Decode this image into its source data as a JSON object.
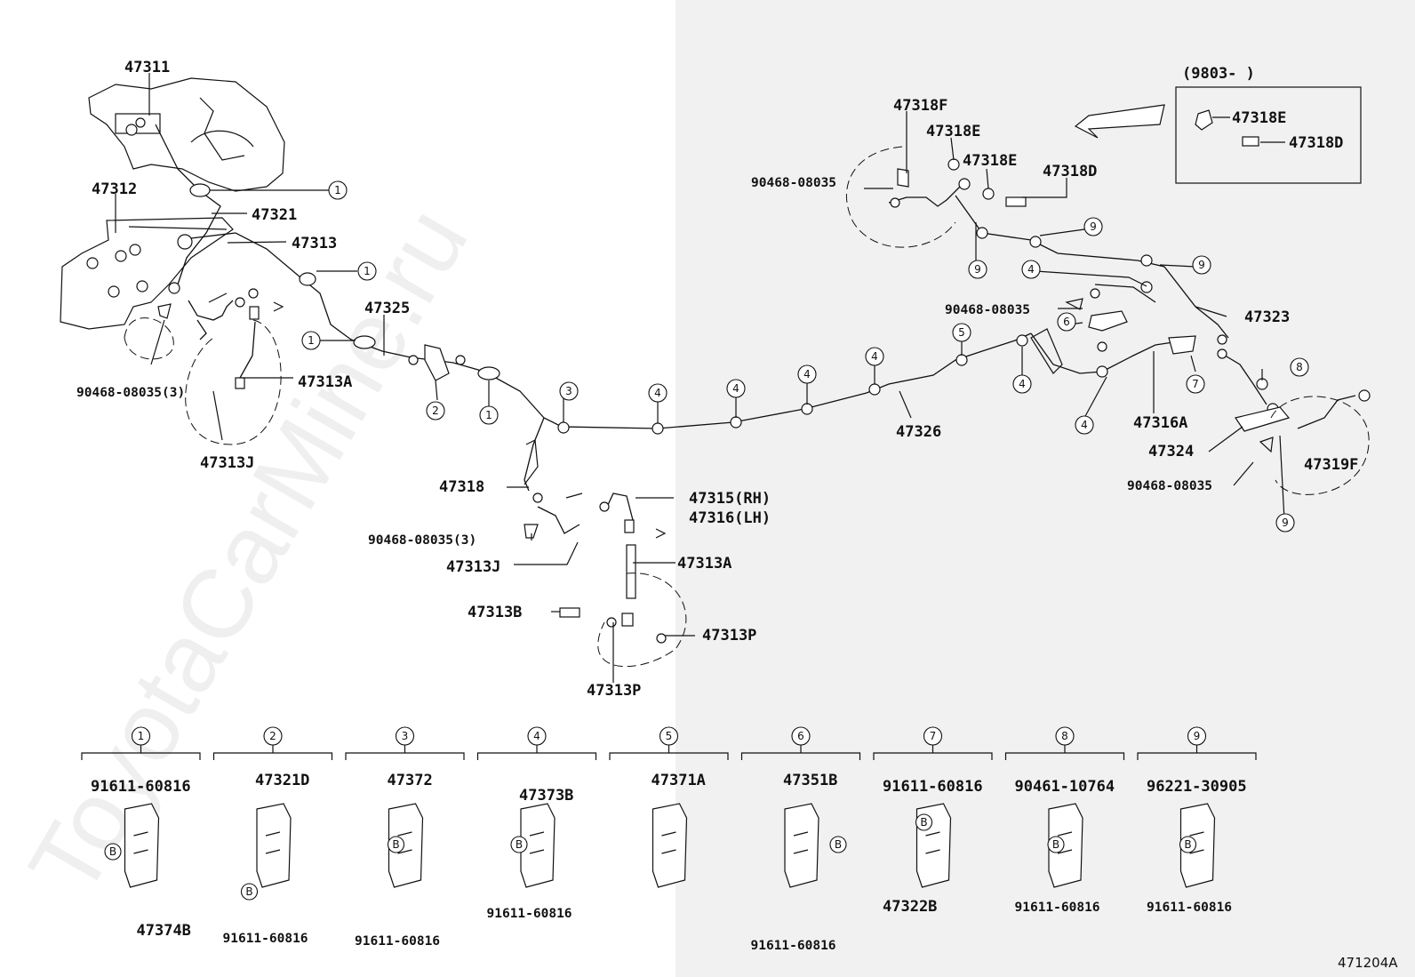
{
  "watermark": "ToyotaCarMine.ru",
  "drawing_code": "471204A",
  "inset": {
    "date_range": "(9803-        )",
    "parts": [
      "47318E",
      "47318D"
    ]
  },
  "labels": {
    "p47311": "47311",
    "p47312": "47312",
    "p47321": "47321",
    "p47313": "47313",
    "p47325": "47325",
    "p47313A_l": "47313A",
    "p47313J_l": "47313J",
    "p90468_l": "90468-08035(3)",
    "p47318": "47318",
    "p90468_c": "90468-08035(3)",
    "p47313J_c": "47313J",
    "p47315": "47315(RH)",
    "p47316": "47316(LH)",
    "p47313A_c": "47313A",
    "p47313B": "47313B",
    "p47313P_r": "47313P",
    "p47313P_b": "47313P",
    "p47318F": "47318F",
    "p47318E_a": "47318E",
    "p47318E_b": "47318E",
    "p47318D": "47318D",
    "p90468_t": "90468-08035",
    "p90468_m": "90468-08035",
    "p47323": "47323",
    "p47326": "47326",
    "p47316A": "47316A",
    "p47324": "47324",
    "p90468_r": "90468-08035",
    "p47319F": "47319F"
  },
  "callouts": [
    "1",
    "2",
    "3",
    "4",
    "5",
    "6",
    "7",
    "8",
    "9"
  ],
  "clamps": [
    {
      "key": "1",
      "top": "91611-60816",
      "bottom": "47374B",
      "bolt": "B"
    },
    {
      "key": "2",
      "top": "47321D",
      "bottom": "91611-60816",
      "bolt": "B"
    },
    {
      "key": "3",
      "top": "47372",
      "bottom": "91611-60816",
      "bolt": "B"
    },
    {
      "key": "4",
      "top": "47373B",
      "bottom": "91611-60816",
      "bolt": "B"
    },
    {
      "key": "5",
      "top": "47371A",
      "bottom": "",
      "bolt": ""
    },
    {
      "key": "6",
      "top": "47351B",
      "bottom": "91611-60816",
      "bolt": "B"
    },
    {
      "key": "7",
      "top": "91611-60816",
      "bottom": "47322B",
      "bolt": "B"
    },
    {
      "key": "8",
      "top": "90461-10764",
      "bottom": "91611-60816",
      "bolt": "B"
    },
    {
      "key": "9",
      "top": "96221-30905",
      "bottom": "91611-60816",
      "bolt": "B"
    }
  ]
}
